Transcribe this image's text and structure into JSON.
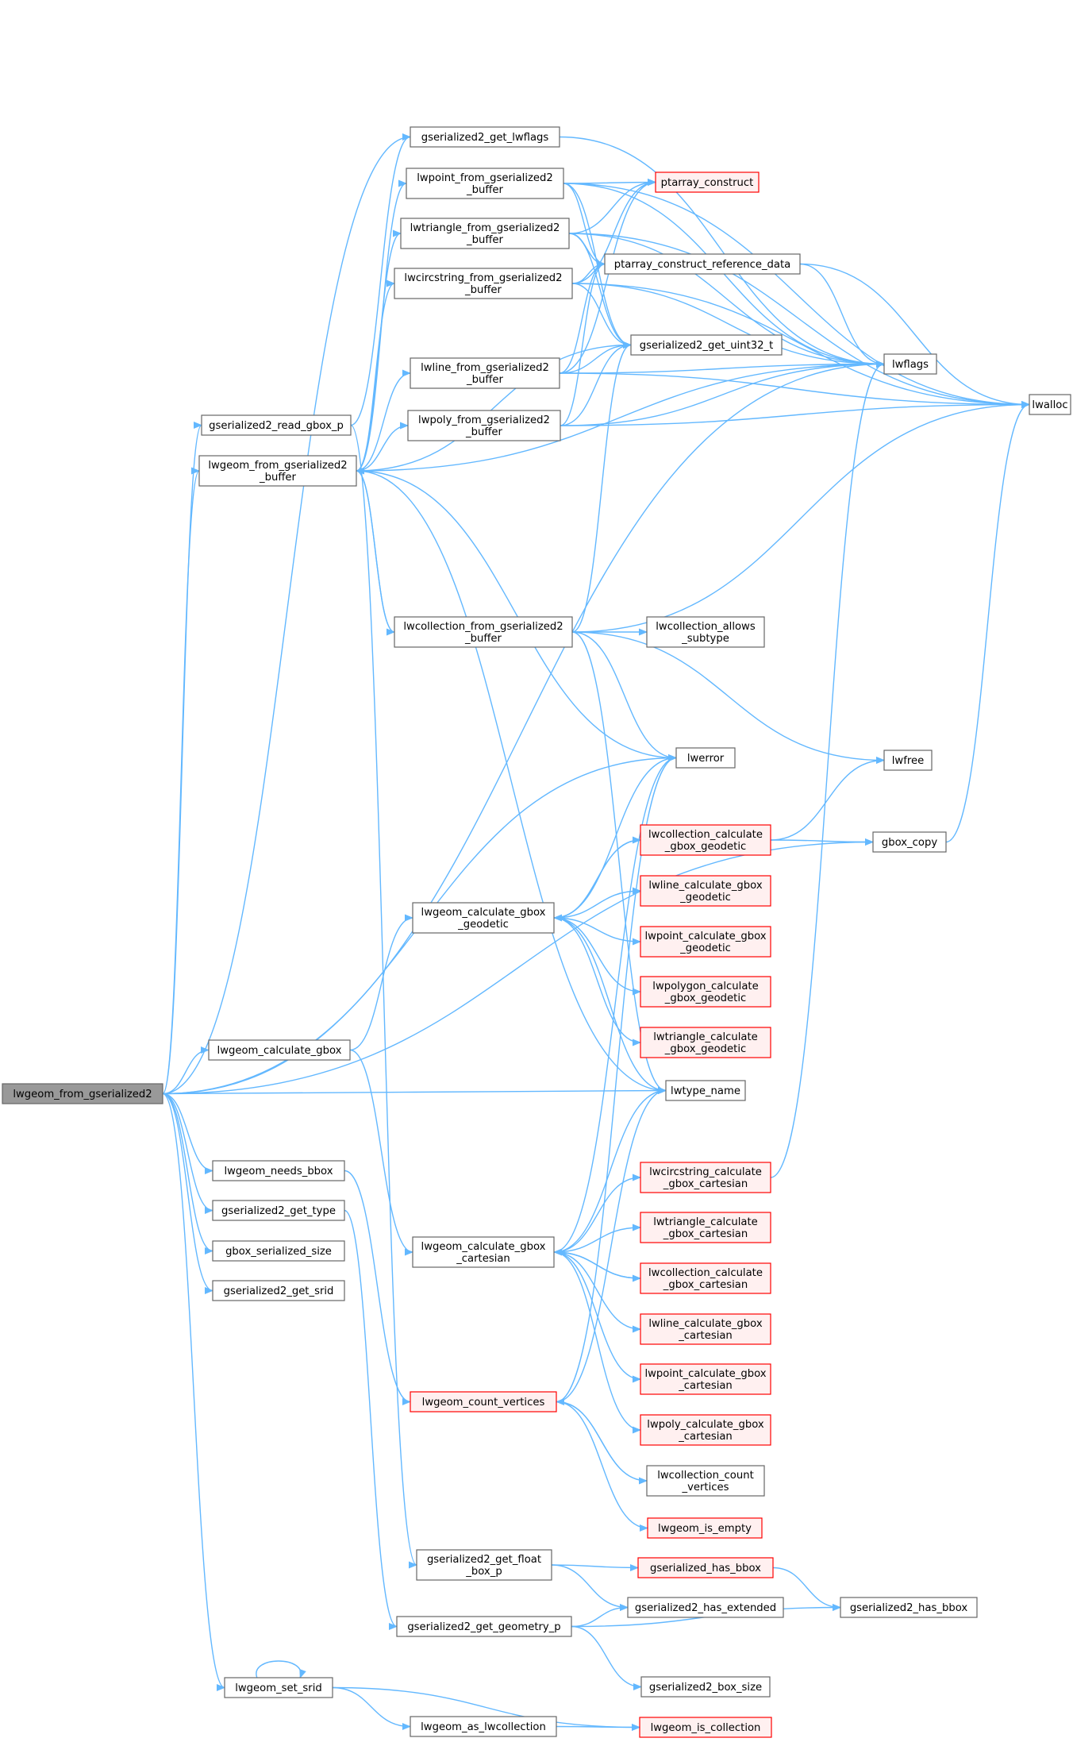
{
  "colors": {
    "edge": "#63b8ff",
    "node_border": "#666666",
    "node_fill": "#ffffff",
    "truncated_border": "#ff0000",
    "truncated_fill": "#fff0f0",
    "root_fill": "#999999",
    "root_border": "#666666"
  },
  "nodes": [
    {
      "id": "root",
      "lines": [
        "lwgeom_from_gserialized2"
      ],
      "style": "root"
    },
    {
      "id": "get_lwflags",
      "lines": [
        "gserialized2_get_lwflags"
      ],
      "style": "normal"
    },
    {
      "id": "lwpoint_from",
      "lines": [
        "lwpoint_from_gserialized2",
        "_buffer"
      ],
      "style": "normal"
    },
    {
      "id": "lwtriangle_from",
      "lines": [
        "lwtriangle_from_gserialized2",
        "_buffer"
      ],
      "style": "normal"
    },
    {
      "id": "lwcircstring_from",
      "lines": [
        "lwcircstring_from_gserialized2",
        "_buffer"
      ],
      "style": "normal"
    },
    {
      "id": "lwline_from",
      "lines": [
        "lwline_from_gserialized2",
        "_buffer"
      ],
      "style": "normal"
    },
    {
      "id": "lwpoly_from",
      "lines": [
        "lwpoly_from_gserialized2",
        "_buffer"
      ],
      "style": "normal"
    },
    {
      "id": "read_gbox_p",
      "lines": [
        "gserialized2_read_gbox_p"
      ],
      "style": "normal"
    },
    {
      "id": "lwgeom_from_buf",
      "lines": [
        "lwgeom_from_gserialized2",
        "_buffer"
      ],
      "style": "normal"
    },
    {
      "id": "lwcollection_from",
      "lines": [
        "lwcollection_from_gserialized2",
        "_buffer"
      ],
      "style": "normal"
    },
    {
      "id": "ptarray_construct",
      "lines": [
        "ptarray_construct"
      ],
      "style": "truncated"
    },
    {
      "id": "ptarray_ref",
      "lines": [
        "ptarray_construct_reference_data"
      ],
      "style": "normal"
    },
    {
      "id": "get_uint32",
      "lines": [
        "gserialized2_get_uint32_t"
      ],
      "style": "normal"
    },
    {
      "id": "lwflags",
      "lines": [
        "lwflags"
      ],
      "style": "normal"
    },
    {
      "id": "lwalloc",
      "lines": [
        "lwalloc"
      ],
      "style": "normal"
    },
    {
      "id": "allows_subtype",
      "lines": [
        "lwcollection_allows",
        "_subtype"
      ],
      "style": "normal"
    },
    {
      "id": "lwerror",
      "lines": [
        "lwerror"
      ],
      "style": "normal"
    },
    {
      "id": "lwfree",
      "lines": [
        "lwfree"
      ],
      "style": "normal"
    },
    {
      "id": "gbox_copy",
      "lines": [
        "gbox_copy"
      ],
      "style": "normal"
    },
    {
      "id": "coll_geodetic",
      "lines": [
        "lwcollection_calculate",
        "_gbox_geodetic"
      ],
      "style": "truncated"
    },
    {
      "id": "calc_geodetic",
      "lines": [
        "lwgeom_calculate_gbox",
        "_geodetic"
      ],
      "style": "normal"
    },
    {
      "id": "line_geodetic",
      "lines": [
        "lwline_calculate_gbox",
        "_geodetic"
      ],
      "style": "truncated"
    },
    {
      "id": "point_geodetic",
      "lines": [
        "lwpoint_calculate_gbox",
        "_geodetic"
      ],
      "style": "truncated"
    },
    {
      "id": "polygon_geodetic",
      "lines": [
        "lwpolygon_calculate",
        "_gbox_geodetic"
      ],
      "style": "truncated"
    },
    {
      "id": "triangle_geodetic",
      "lines": [
        "lwtriangle_calculate",
        "_gbox_geodetic"
      ],
      "style": "truncated"
    },
    {
      "id": "calc_gbox",
      "lines": [
        "lwgeom_calculate_gbox"
      ],
      "style": "normal"
    },
    {
      "id": "lwtype_name",
      "lines": [
        "lwtype_name"
      ],
      "style": "normal"
    },
    {
      "id": "needs_bbox",
      "lines": [
        "lwgeom_needs_bbox"
      ],
      "style": "normal"
    },
    {
      "id": "get_type",
      "lines": [
        "gserialized2_get_type"
      ],
      "style": "normal"
    },
    {
      "id": "gbox_ser_size",
      "lines": [
        "gbox_serialized_size"
      ],
      "style": "normal"
    },
    {
      "id": "get_srid",
      "lines": [
        "gserialized2_get_srid"
      ],
      "style": "normal"
    },
    {
      "id": "calc_cartesian",
      "lines": [
        "lwgeom_calculate_gbox",
        "_cartesian"
      ],
      "style": "normal"
    },
    {
      "id": "circ_cartesian",
      "lines": [
        "lwcircstring_calculate",
        "_gbox_cartesian"
      ],
      "style": "truncated"
    },
    {
      "id": "tri_cartesian",
      "lines": [
        "lwtriangle_calculate",
        "_gbox_cartesian"
      ],
      "style": "truncated"
    },
    {
      "id": "coll_cartesian",
      "lines": [
        "lwcollection_calculate",
        "_gbox_cartesian"
      ],
      "style": "truncated"
    },
    {
      "id": "line_cartesian",
      "lines": [
        "lwline_calculate_gbox",
        "_cartesian"
      ],
      "style": "truncated"
    },
    {
      "id": "point_cartesian",
      "lines": [
        "lwpoint_calculate_gbox",
        "_cartesian"
      ],
      "style": "truncated"
    },
    {
      "id": "poly_cartesian",
      "lines": [
        "lwpoly_calculate_gbox",
        "_cartesian"
      ],
      "style": "truncated"
    },
    {
      "id": "count_vertices",
      "lines": [
        "lwgeom_count_vertices"
      ],
      "style": "truncated"
    },
    {
      "id": "coll_count_vertices",
      "lines": [
        "lwcollection_count",
        "_vertices"
      ],
      "style": "normal"
    },
    {
      "id": "is_empty",
      "lines": [
        "lwgeom_is_empty"
      ],
      "style": "truncated"
    },
    {
      "id": "get_float_box",
      "lines": [
        "gserialized2_get_float",
        "_box_p"
      ],
      "style": "normal"
    },
    {
      "id": "ser_has_bbox",
      "lines": [
        "gserialized_has_bbox"
      ],
      "style": "truncated"
    },
    {
      "id": "has_extended",
      "lines": [
        "gserialized2_has_extended"
      ],
      "style": "normal"
    },
    {
      "id": "ser2_has_bbox",
      "lines": [
        "gserialized2_has_bbox"
      ],
      "style": "normal"
    },
    {
      "id": "get_geometry_p",
      "lines": [
        "gserialized2_get_geometry_p"
      ],
      "style": "normal"
    },
    {
      "id": "box_size",
      "lines": [
        "gserialized2_box_size"
      ],
      "style": "normal"
    },
    {
      "id": "set_srid",
      "lines": [
        "lwgeom_set_srid"
      ],
      "style": "normal"
    },
    {
      "id": "as_lwcollection",
      "lines": [
        "lwgeom_as_lwcollection"
      ],
      "style": "normal"
    },
    {
      "id": "is_collection",
      "lines": [
        "lwgeom_is_collection"
      ],
      "style": "truncated"
    }
  ],
  "edges": [
    [
      "root",
      "get_lwflags"
    ],
    [
      "root",
      "read_gbox_p"
    ],
    [
      "root",
      "lwgeom_from_buf"
    ],
    [
      "root",
      "lwflags"
    ],
    [
      "root",
      "lwerror"
    ],
    [
      "root",
      "calc_gbox"
    ],
    [
      "root",
      "lwtype_name"
    ],
    [
      "root",
      "gbox_copy"
    ],
    [
      "root",
      "needs_bbox"
    ],
    [
      "root",
      "get_type"
    ],
    [
      "root",
      "gbox_ser_size"
    ],
    [
      "root",
      "get_srid"
    ],
    [
      "root",
      "set_srid"
    ],
    [
      "get_lwflags",
      "lwflags"
    ],
    [
      "lwpoint_from",
      "ptarray_construct"
    ],
    [
      "lwpoint_from",
      "ptarray_ref"
    ],
    [
      "lwpoint_from",
      "get_uint32"
    ],
    [
      "lwpoint_from",
      "lwflags"
    ],
    [
      "lwpoint_from",
      "lwalloc"
    ],
    [
      "lwtriangle_from",
      "ptarray_construct"
    ],
    [
      "lwtriangle_from",
      "ptarray_ref"
    ],
    [
      "lwtriangle_from",
      "get_uint32"
    ],
    [
      "lwtriangle_from",
      "lwflags"
    ],
    [
      "lwtriangle_from",
      "lwalloc"
    ],
    [
      "lwcircstring_from",
      "ptarray_construct"
    ],
    [
      "lwcircstring_from",
      "ptarray_ref"
    ],
    [
      "lwcircstring_from",
      "get_uint32"
    ],
    [
      "lwcircstring_from",
      "lwflags"
    ],
    [
      "lwcircstring_from",
      "lwalloc"
    ],
    [
      "lwline_from",
      "ptarray_construct"
    ],
    [
      "lwline_from",
      "ptarray_ref"
    ],
    [
      "lwline_from",
      "get_uint32"
    ],
    [
      "lwline_from",
      "lwflags"
    ],
    [
      "lwline_from",
      "lwalloc"
    ],
    [
      "lwpoly_from",
      "ptarray_ref"
    ],
    [
      "lwpoly_from",
      "get_uint32"
    ],
    [
      "lwpoly_from",
      "lwflags"
    ],
    [
      "lwpoly_from",
      "lwalloc"
    ],
    [
      "read_gbox_p",
      "get_lwflags"
    ],
    [
      "read_gbox_p",
      "get_float_box"
    ],
    [
      "lwgeom_from_buf",
      "lwpoint_from"
    ],
    [
      "lwgeom_from_buf",
      "lwtriangle_from"
    ],
    [
      "lwgeom_from_buf",
      "lwcircstring_from"
    ],
    [
      "lwgeom_from_buf",
      "lwline_from"
    ],
    [
      "lwgeom_from_buf",
      "lwpoly_from"
    ],
    [
      "lwgeom_from_buf",
      "lwcollection_from"
    ],
    [
      "lwgeom_from_buf",
      "get_uint32"
    ],
    [
      "lwgeom_from_buf",
      "lwflags"
    ],
    [
      "lwgeom_from_buf",
      "lwerror"
    ],
    [
      "lwgeom_from_buf",
      "lwtype_name"
    ],
    [
      "lwcollection_from",
      "lwgeom_from_buf"
    ],
    [
      "lwcollection_from",
      "get_uint32"
    ],
    [
      "lwcollection_from",
      "lwalloc"
    ],
    [
      "lwcollection_from",
      "allows_subtype"
    ],
    [
      "lwcollection_from",
      "lwerror"
    ],
    [
      "lwcollection_from",
      "lwfree"
    ],
    [
      "lwcollection_from",
      "lwtype_name"
    ],
    [
      "ptarray_ref",
      "lwflags"
    ],
    [
      "ptarray_ref",
      "lwalloc"
    ],
    [
      "gbox_copy",
      "lwalloc"
    ],
    [
      "coll_geodetic",
      "lwfree"
    ],
    [
      "coll_geodetic",
      "gbox_copy"
    ],
    [
      "coll_geodetic",
      "calc_geodetic"
    ],
    [
      "calc_geodetic",
      "lwerror"
    ],
    [
      "calc_geodetic",
      "lwtype_name"
    ],
    [
      "calc_geodetic",
      "coll_geodetic"
    ],
    [
      "calc_geodetic",
      "line_geodetic"
    ],
    [
      "calc_geodetic",
      "point_geodetic"
    ],
    [
      "calc_geodetic",
      "polygon_geodetic"
    ],
    [
      "calc_geodetic",
      "triangle_geodetic"
    ],
    [
      "calc_gbox",
      "calc_geodetic"
    ],
    [
      "calc_gbox",
      "calc_cartesian"
    ],
    [
      "calc_cartesian",
      "lwerror"
    ],
    [
      "calc_cartesian",
      "lwtype_name"
    ],
    [
      "calc_cartesian",
      "circ_cartesian"
    ],
    [
      "calc_cartesian",
      "tri_cartesian"
    ],
    [
      "calc_cartesian",
      "coll_cartesian"
    ],
    [
      "calc_cartesian",
      "line_cartesian"
    ],
    [
      "calc_cartesian",
      "point_cartesian"
    ],
    [
      "calc_cartesian",
      "poly_cartesian"
    ],
    [
      "coll_cartesian",
      "calc_cartesian"
    ],
    [
      "circ_cartesian",
      "lwflags"
    ],
    [
      "needs_bbox",
      "count_vertices"
    ],
    [
      "count_vertices",
      "lwerror"
    ],
    [
      "count_vertices",
      "lwtype_name"
    ],
    [
      "count_vertices",
      "coll_count_vertices"
    ],
    [
      "count_vertices",
      "is_empty"
    ],
    [
      "coll_count_vertices",
      "count_vertices"
    ],
    [
      "get_type",
      "get_geometry_p"
    ],
    [
      "get_float_box",
      "ser_has_bbox"
    ],
    [
      "get_float_box",
      "has_extended"
    ],
    [
      "ser_has_bbox",
      "ser2_has_bbox"
    ],
    [
      "get_geometry_p",
      "has_extended"
    ],
    [
      "get_geometry_p",
      "ser2_has_bbox"
    ],
    [
      "get_geometry_p",
      "box_size"
    ],
    [
      "set_srid",
      "set_srid"
    ],
    [
      "set_srid",
      "as_lwcollection"
    ],
    [
      "set_srid",
      "is_collection"
    ],
    [
      "as_lwcollection",
      "is_collection"
    ]
  ]
}
